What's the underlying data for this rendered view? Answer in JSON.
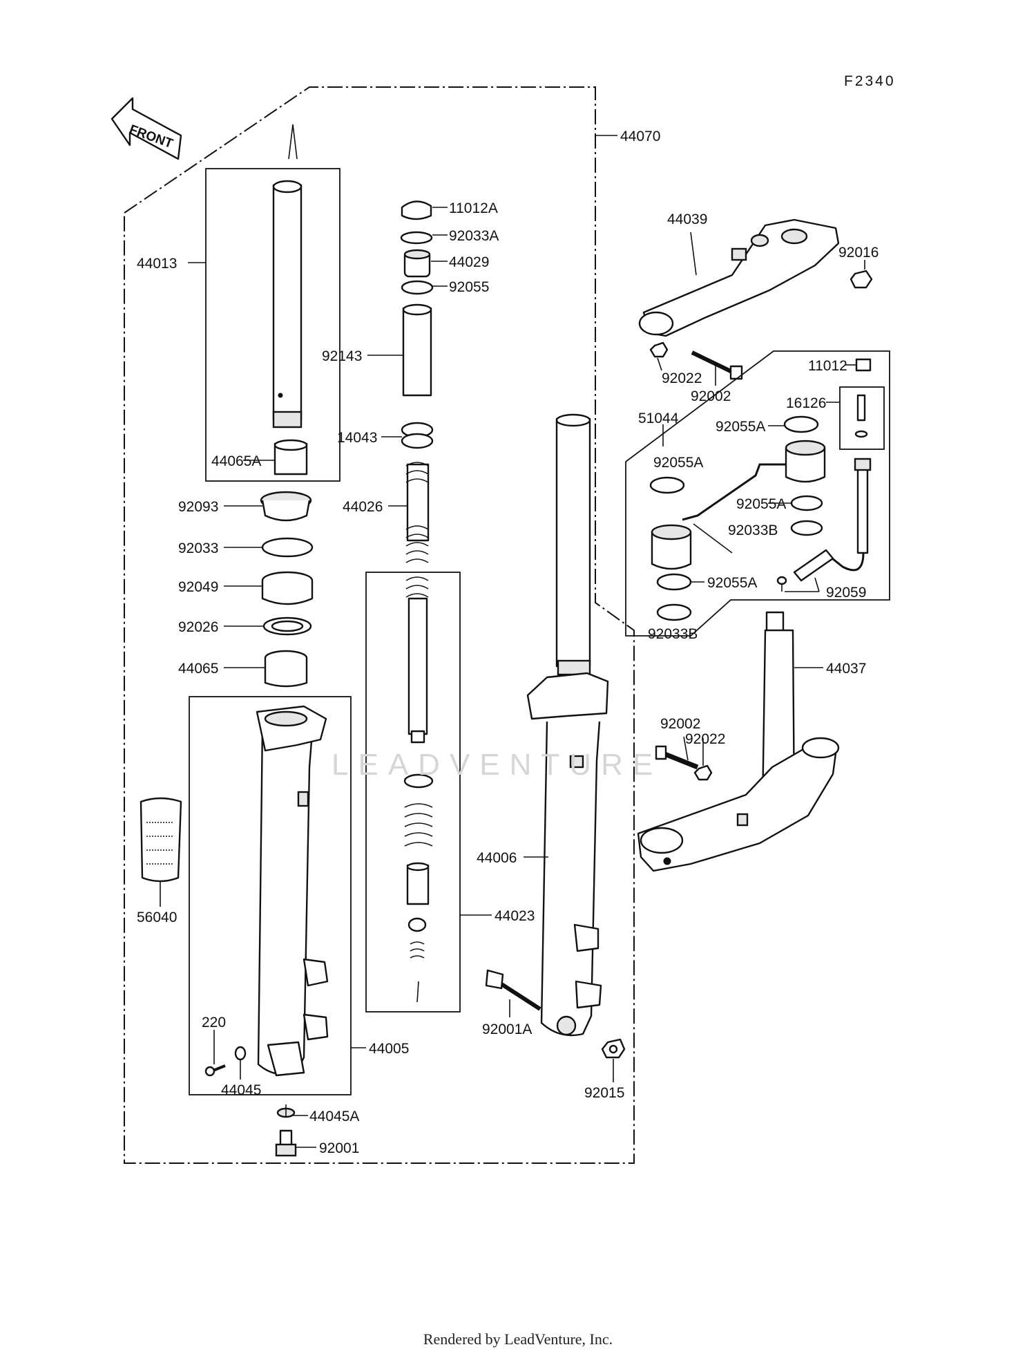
{
  "diagram_code": "F2340",
  "front_arrow_text": "FRONT",
  "watermark": "LEADVENTURE",
  "footer": "Rendered by LeadVenture, Inc.",
  "labels": {
    "p44070": "44070",
    "p11012A": "11012A",
    "p92033A": "92033A",
    "p44029": "44029",
    "p92055": "92055",
    "p92143": "92143",
    "p14043": "14043",
    "p44026": "44026",
    "p44013": "44013",
    "p44065A": "44065A",
    "p92093": "92093",
    "p92033": "92033",
    "p92049": "92049",
    "p92026": "92026",
    "p44065": "44065",
    "p56040": "56040",
    "p220": "220",
    "p44045": "44045",
    "p44005": "44005",
    "p44045A": "44045A",
    "p92001": "92001",
    "p44023": "44023",
    "p44006": "44006",
    "p92001A": "92001A",
    "p92015": "92015",
    "p44039": "44039",
    "p92016": "92016",
    "p92022a": "92022",
    "p92002a": "92002",
    "p11012": "11012",
    "p16126": "16126",
    "p51044": "51044",
    "p92055A1": "92055A",
    "p92055A2": "92055A",
    "p92055A3": "92055A",
    "p92033B1": "92033B",
    "p92055A4": "92055A",
    "p92059": "92059",
    "p92033B2": "92033B",
    "p44037": "44037",
    "p92002b": "92002",
    "p92022b": "92022"
  }
}
